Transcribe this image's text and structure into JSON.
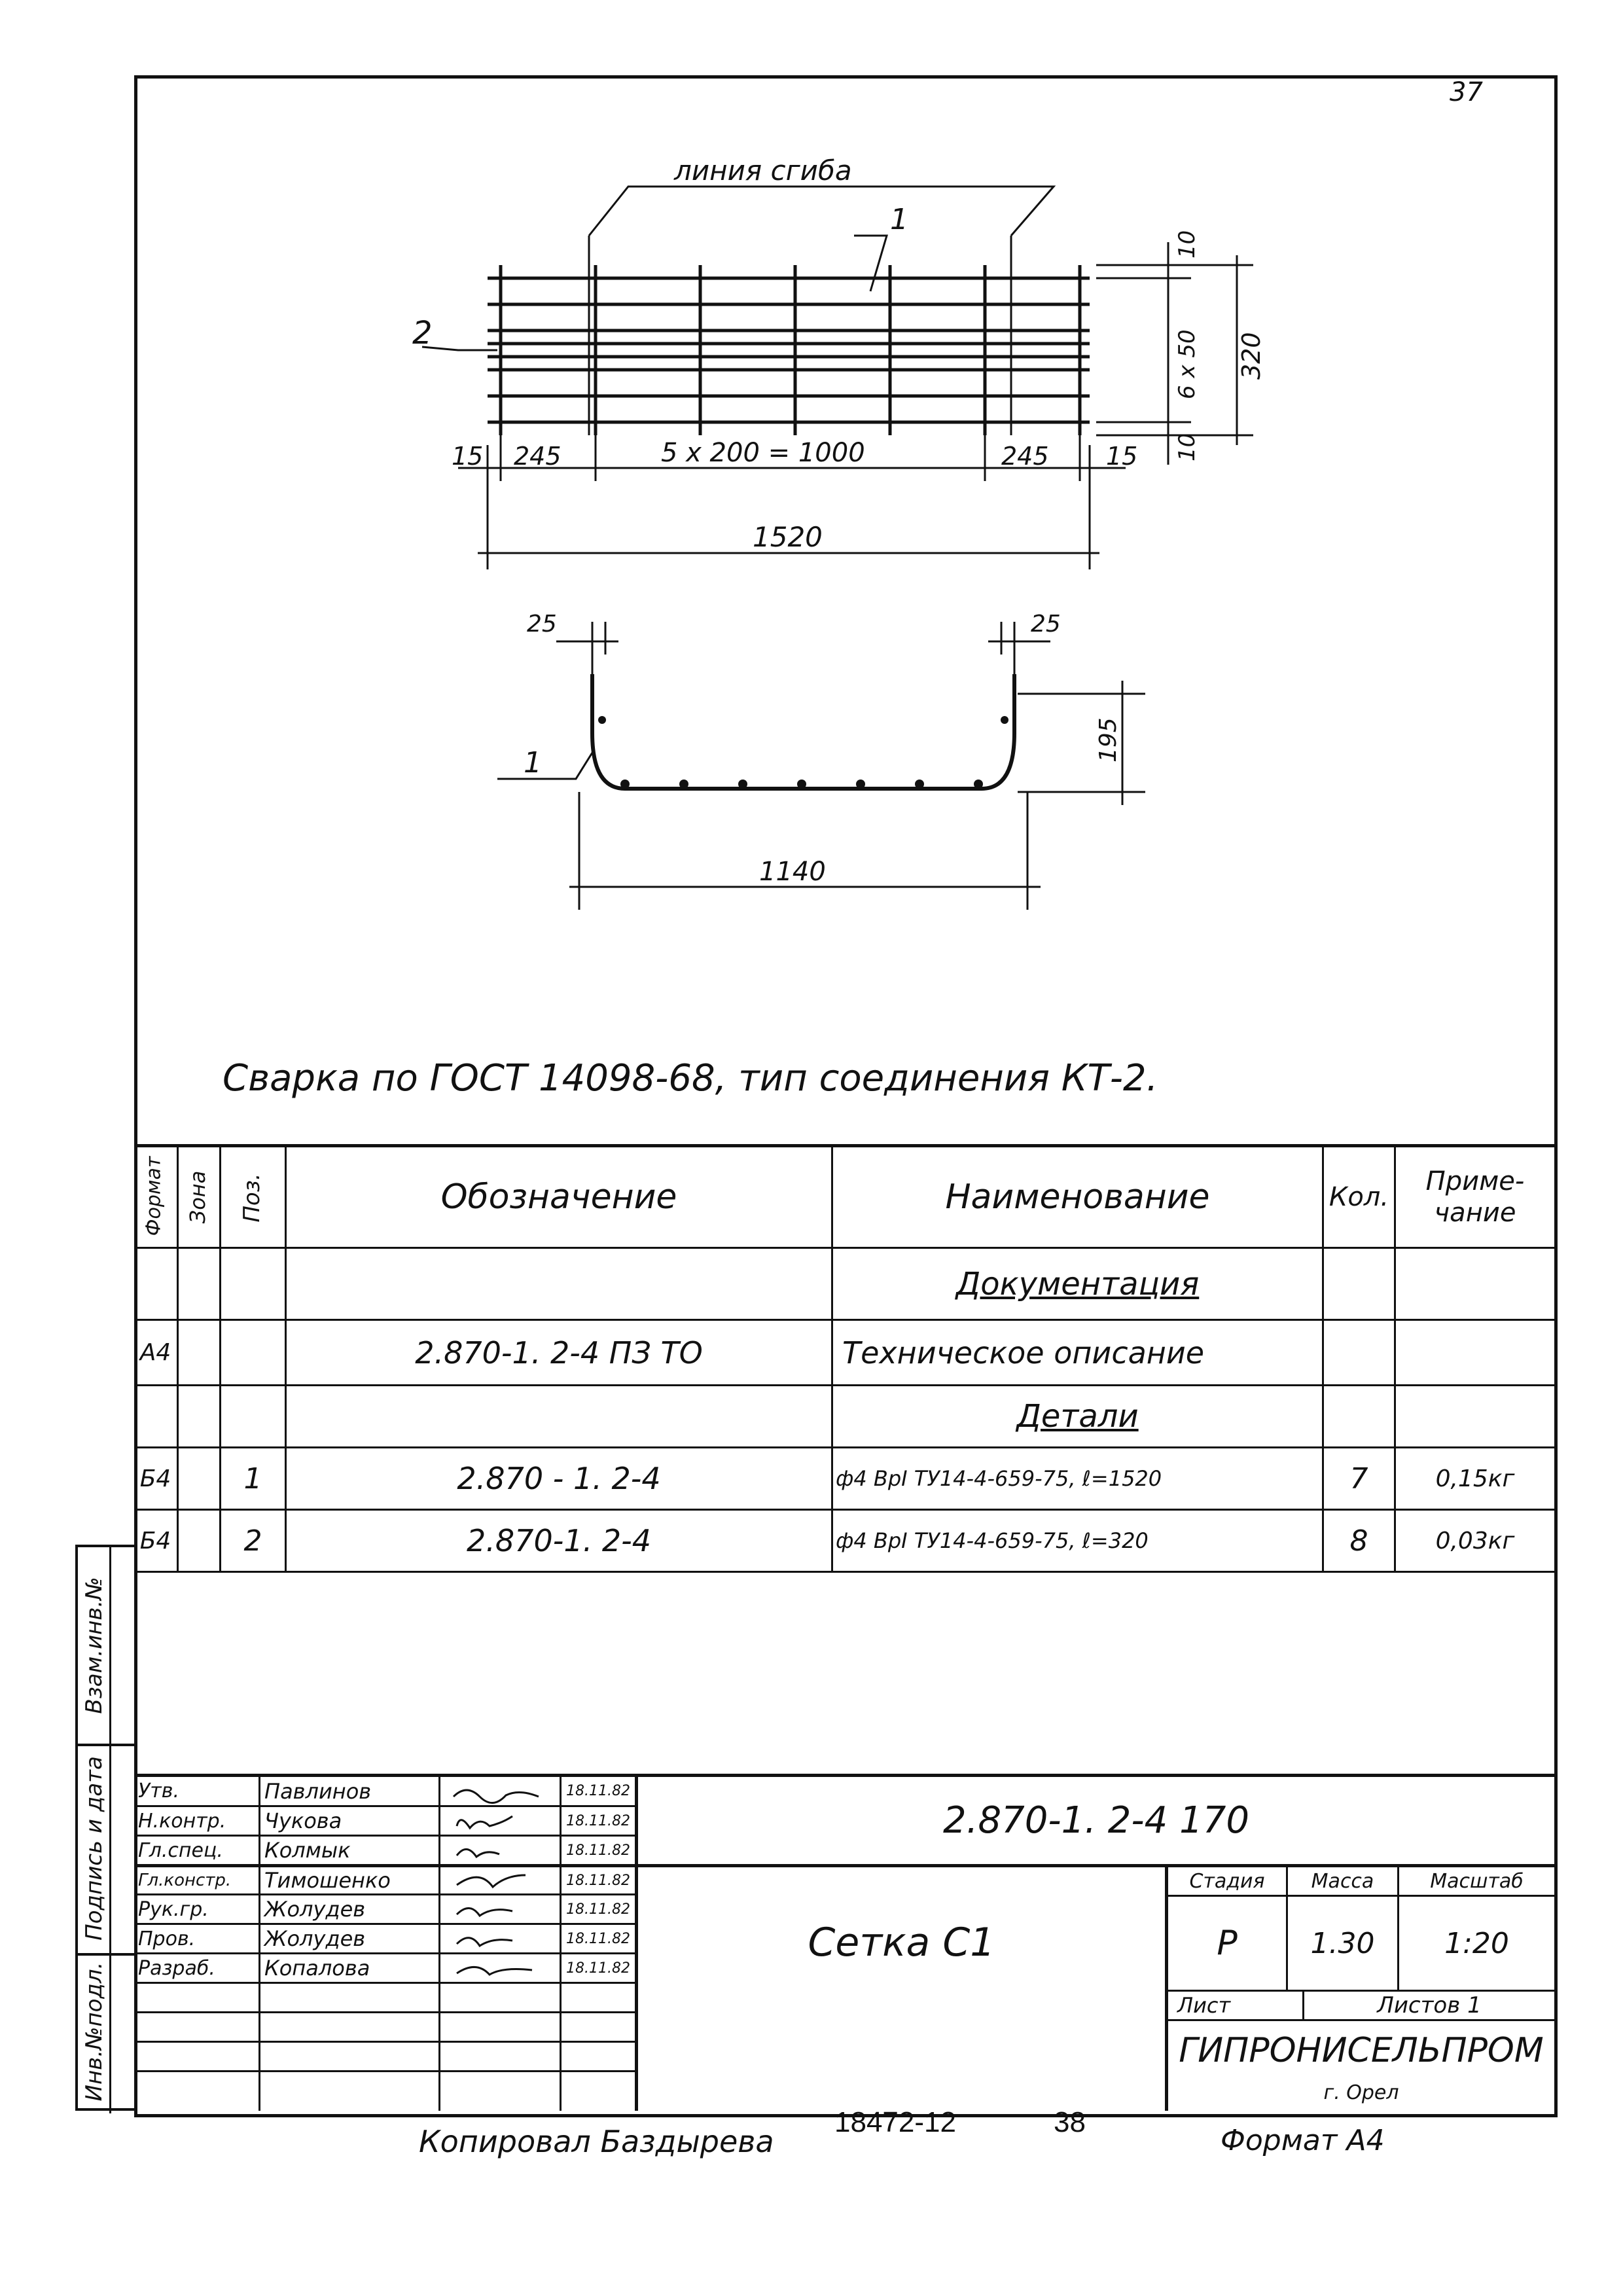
{
  "sheet_number": "37",
  "drawing": {
    "fold_line_label": "линия сгиба",
    "pos1_label": "1",
    "pos2_label": "2",
    "dim_15_left": "15",
    "dim_245_left": "245",
    "dim_span": "5 х 200 = 1000",
    "dim_245_right": "245",
    "dim_15_right": "15",
    "dim_total_len": "1520",
    "dim_top_10": "10",
    "dim_mid": "6 х 50",
    "dim_bottom_10": "10",
    "dim_total_h": "320",
    "dim_25_left": "25",
    "dim_25_right": "25",
    "dim_195": "195",
    "dim_1140": "1140",
    "section_pos1": "1"
  },
  "note": "Сварка по ГОСТ 14098-68, тип соединения КТ-2.",
  "spec": {
    "headers": {
      "format": "Формат",
      "zone": "Зона",
      "pos": "Поз.",
      "designation": "Обозначение",
      "name": "Наименование",
      "qty": "Кол.",
      "note": "Приме-чание"
    },
    "rows": [
      {
        "format": "",
        "zone": "",
        "pos": "",
        "designation": "",
        "name": "Документация",
        "qty": "",
        "note": ""
      },
      {
        "format": "А4",
        "zone": "",
        "pos": "",
        "designation": "2.870-1. 2-4 ПЗ ТО",
        "name": "Техническое описание",
        "qty": "",
        "note": ""
      },
      {
        "format": "",
        "zone": "",
        "pos": "",
        "designation": "",
        "name": "Детали",
        "qty": "",
        "note": ""
      },
      {
        "format": "Б4",
        "zone": "",
        "pos": "1",
        "designation": "2.870 - 1. 2-4",
        "name": "ф4 ВрI ТУ14-4-659-75, ℓ=1520",
        "qty": "7",
        "note": "0,15кг"
      },
      {
        "format": "Б4",
        "zone": "",
        "pos": "2",
        "designation": "2.870-1. 2-4",
        "name": "ф4 ВрI ТУ14-4-659-75, ℓ=320",
        "qty": "8",
        "note": "0,03кг"
      }
    ]
  },
  "side_stamp": {
    "vzam": "Взам.инв.№",
    "podpis": "Подпись и дата",
    "inv_podl": "Инв.№подл."
  },
  "title_block": {
    "signers": [
      {
        "role": "Утв.",
        "name": "Павлинов",
        "date": "18.11.82"
      },
      {
        "role": "Н.контр.",
        "name": "Чукова",
        "date": "18.11.82"
      },
      {
        "role": "Гл.спец.",
        "name": "Колмык",
        "date": "18.11.82"
      },
      {
        "role": "Гл.констр.",
        "name": "Тимошенко",
        "date": "18.11.82"
      },
      {
        "role": "Рук.гр.",
        "name": "Жолудев",
        "date": "18.11.82"
      },
      {
        "role": "Пров.",
        "name": "Жолудев",
        "date": "18.11.82"
      },
      {
        "role": "Разраб.",
        "name": "Копалова",
        "date": "18.11.82"
      }
    ],
    "doc_code": "2.870-1. 2-4 170",
    "item_name": "Сетка С1",
    "stage_label": "Стадия",
    "mass_label": "Масса",
    "scale_label": "Масштаб",
    "stage": "Р",
    "mass": "1.30",
    "scale": "1:20",
    "sheet_label": "Лист",
    "sheets_label": "Листов 1",
    "org": "ГИПРОНИСЕЛЬПРОМ",
    "city": "г. Орел"
  },
  "footer": {
    "copied": "Копировал Баздырева",
    "order": "18472-12",
    "page": "38",
    "format": "Формат А4"
  }
}
